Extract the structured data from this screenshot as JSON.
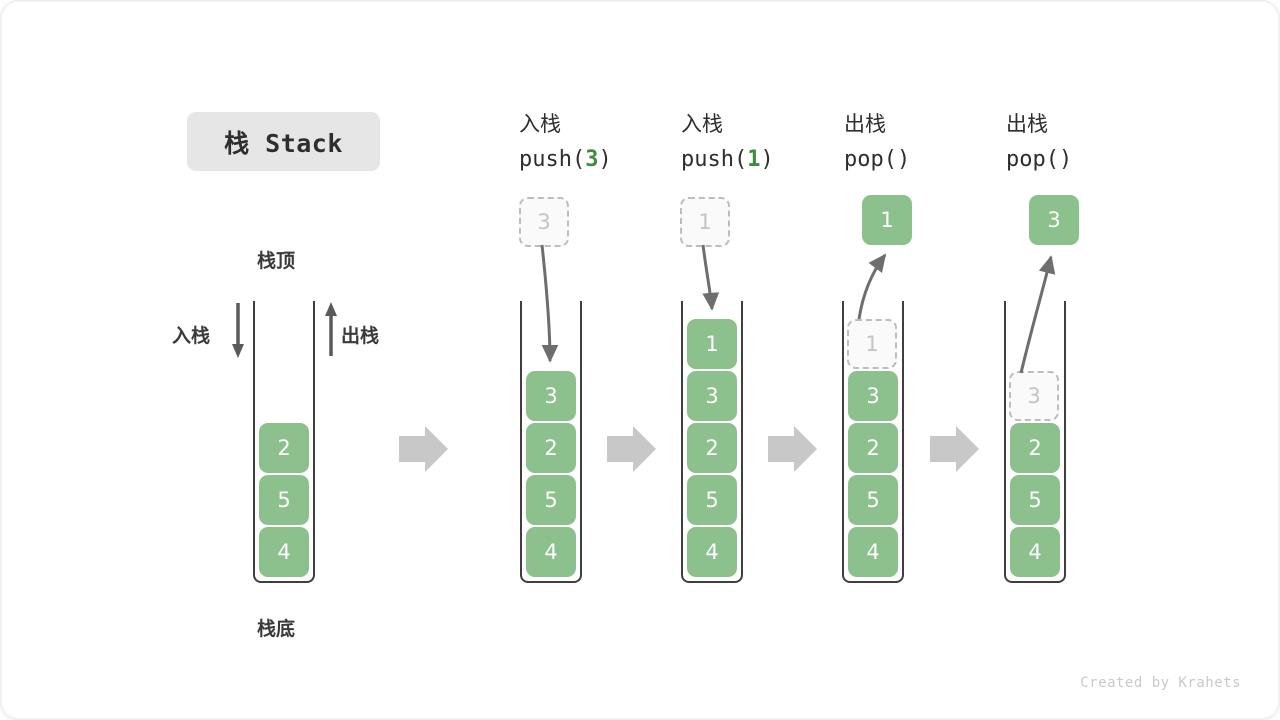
{
  "title": {
    "chip_label": "栈 Stack"
  },
  "watermark": "Created by Krahets",
  "colors": {
    "cell_fill": "#8cc08c",
    "cell_text": "#ffffff",
    "ghost_fill": "#fafafa",
    "ghost_text": "#c4c4c4",
    "ghost_border": "#bdbdbd",
    "tube_stroke": "#3f3f3f",
    "arrow_gray": "#c8c8c8",
    "motion_arrow": "#6e6e6e",
    "accent_green": "#3d8b40",
    "chip_bg": "#e6e6e6",
    "text_dark": "#2e2e2e"
  },
  "legend": {
    "top_label": "栈顶",
    "bottom_label": "栈底",
    "push_label": "入栈",
    "pop_label": "出栈"
  },
  "columns": [
    {
      "id": "initial",
      "head_cn": "",
      "head_op": "",
      "cells": [
        "2",
        "5",
        "4"
      ],
      "ghost_in_stack": null,
      "floating": null
    },
    {
      "id": "push-3",
      "head_cn": "入栈",
      "head_op_prefix": "push(",
      "head_op_value": "3",
      "head_op_suffix": ")",
      "cells": [
        "3",
        "2",
        "5",
        "4"
      ],
      "ghost_in_stack": null,
      "floating": {
        "value": "3",
        "style": "ghost"
      },
      "motion": "down"
    },
    {
      "id": "push-1",
      "head_cn": "入栈",
      "head_op_prefix": "push(",
      "head_op_value": "1",
      "head_op_suffix": ")",
      "cells": [
        "1",
        "3",
        "2",
        "5",
        "4"
      ],
      "ghost_in_stack": null,
      "floating": {
        "value": "1",
        "style": "ghost"
      },
      "motion": "down"
    },
    {
      "id": "pop-1",
      "head_cn": "出栈",
      "head_op_prefix": "pop(",
      "head_op_value": "",
      "head_op_suffix": ")",
      "cells": [
        "3",
        "2",
        "5",
        "4"
      ],
      "ghost_in_stack": {
        "value": "1"
      },
      "floating": {
        "value": "1",
        "style": "filled"
      },
      "motion": "up"
    },
    {
      "id": "pop-3",
      "head_cn": "出栈",
      "head_op_prefix": "pop(",
      "head_op_value": "",
      "head_op_suffix": ")",
      "cells": [
        "2",
        "5",
        "4"
      ],
      "ghost_in_stack": {
        "value": "3"
      },
      "floating": {
        "value": "3",
        "style": "filled"
      },
      "motion": "up"
    }
  ],
  "transition_arrows": 4
}
